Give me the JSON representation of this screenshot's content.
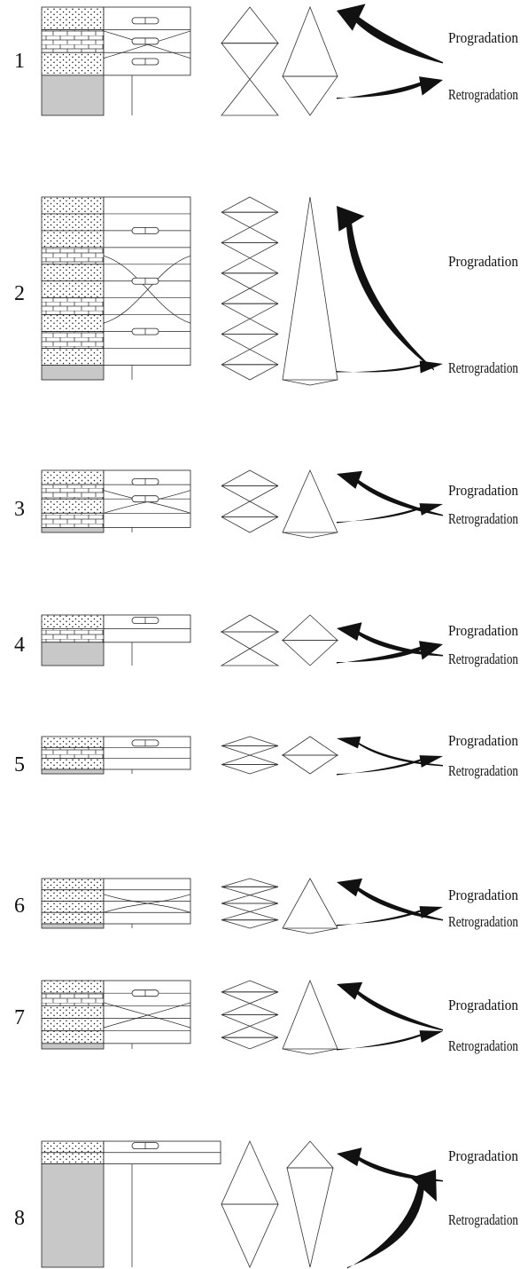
{
  "figure": {
    "colors": {
      "ink": "#111111",
      "shale": "#c8c8c8",
      "paper": "#ffffff"
    },
    "panels": [
      {
        "number": "1",
        "label_top": "Progradation",
        "label_bottom": "Retrogradation",
        "layers": [
          "sand",
          "lime",
          "sand",
          "shale"
        ],
        "symbols": 3,
        "fine_tris": 3,
        "cycle": "up-down",
        "top_arrow": "thick",
        "bottom_arrow": "medium"
      },
      {
        "number": "2",
        "label_top": "Progradation",
        "label_bottom": "Retrogradation",
        "layers": [
          "sand",
          "sand",
          "sand",
          "lime",
          "sand",
          "sand",
          "lime",
          "sand",
          "lime",
          "sand",
          "shale"
        ],
        "symbols": 3,
        "fine_tris": 12,
        "cycle": "up",
        "top_arrow": "thick",
        "bottom_arrow": "thin"
      },
      {
        "number": "3",
        "label_top": "Progradation",
        "label_bottom": "Retrogradation",
        "layers": [
          "sand",
          "lime",
          "sand",
          "lime",
          "shale"
        ],
        "symbols": 2,
        "fine_tris": 4,
        "cycle": "up",
        "top_arrow": "medium",
        "bottom_arrow": "thin"
      },
      {
        "number": "4",
        "label_top": "Progradation",
        "label_bottom": "Retrogradation",
        "layers": [
          "sand",
          "lime",
          "shale"
        ],
        "symbols": 1,
        "fine_tris": 3,
        "cycle": "diamond",
        "top_arrow": "medium",
        "bottom_arrow": "medium"
      },
      {
        "number": "5",
        "label_top": "Progradation",
        "label_bottom": "Retrogradation",
        "layers": [
          "sand",
          "lime",
          "sand",
          "shale"
        ],
        "symbols": 1,
        "fine_tris": 4,
        "cycle": "diamond-small",
        "top_arrow": "thin",
        "bottom_arrow": "thin"
      },
      {
        "number": "6",
        "label_top": "Progradation",
        "label_bottom": "Retrogradation",
        "layers": [
          "sand",
          "sand",
          "sand",
          "sand",
          "shale"
        ],
        "symbols": 0,
        "fine_tris": 6,
        "cycle": "up",
        "top_arrow": "medium",
        "bottom_arrow": "thin"
      },
      {
        "number": "7",
        "label_top": "Progradation",
        "label_bottom": "Retrogradation",
        "layers": [
          "sand",
          "lime",
          "sand",
          "sand",
          "sand",
          "shale"
        ],
        "symbols": 1,
        "fine_tris": 6,
        "cycle": "up",
        "top_arrow": "medium",
        "bottom_arrow": "thin"
      },
      {
        "number": "8",
        "label_top": "Progradation",
        "label_bottom": "Retrogradation",
        "layers": [
          "sand",
          "sand",
          "shale"
        ],
        "symbols": 1,
        "fine_tris": 2,
        "cycle": "down-tail",
        "top_arrow": "medium",
        "bottom_arrow": "thick-up"
      }
    ]
  }
}
